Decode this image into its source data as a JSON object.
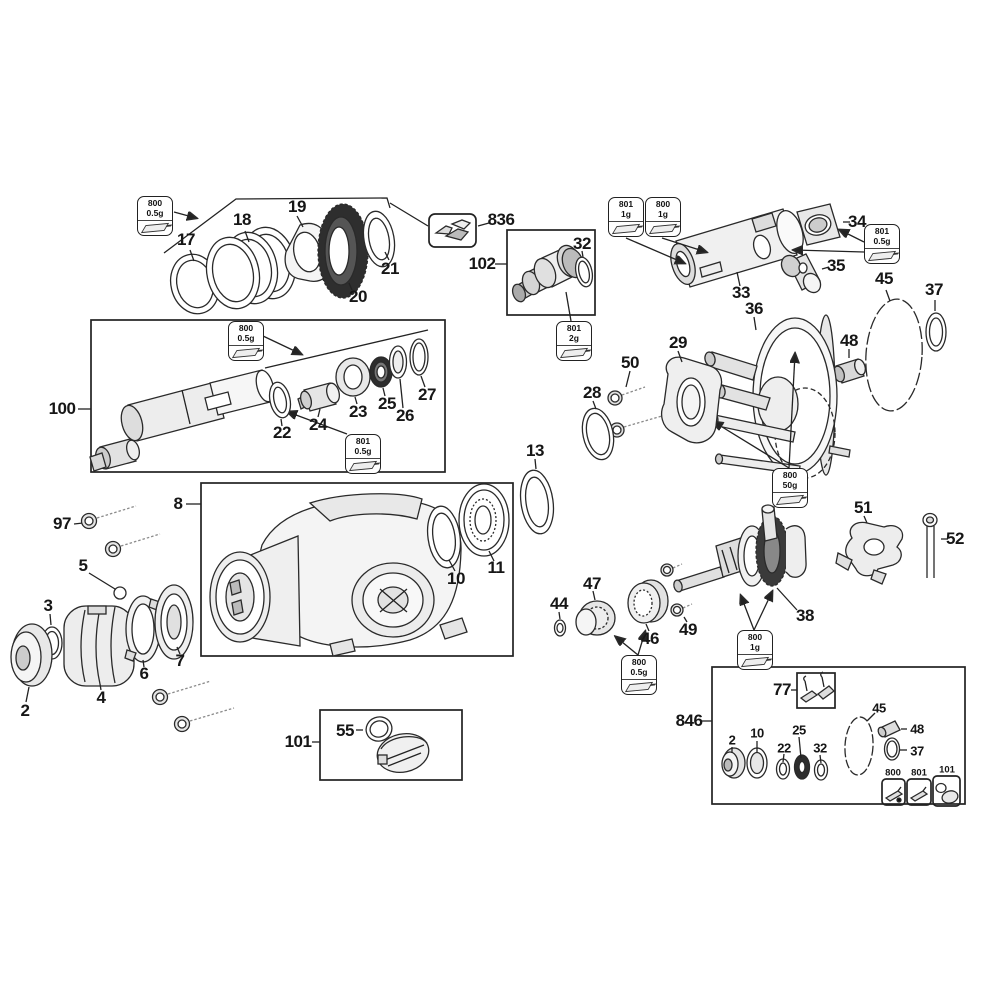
{
  "page": {
    "background": "#ffffff",
    "ink": "#1c1c1c"
  },
  "diagram": {
    "type": "exploded-parts-diagram",
    "subject": "rotary hammer power tool parts schematic"
  },
  "labels": {
    "p17": "17",
    "p18": "18",
    "p19": "19",
    "p20": "20",
    "p21": "21",
    "p836": "836",
    "p102": "102",
    "p32": "32",
    "p33": "33",
    "p34": "34",
    "p35": "35",
    "p36": "36",
    "p29": "29",
    "p50": "50",
    "p28": "28",
    "p48": "48",
    "p45": "45",
    "p37": "37",
    "p100": "100",
    "p22": "22",
    "p24": "24",
    "p23": "23",
    "p25": "25",
    "p26": "26",
    "p27": "27",
    "p13": "13",
    "p8": "8",
    "p10": "10",
    "p11": "11",
    "p97": "97",
    "p5": "5",
    "p3": "3",
    "p2": "2",
    "p4": "4",
    "p6": "6",
    "p7": "7",
    "p101": "101",
    "p55": "55",
    "p44": "44",
    "p47": "47",
    "p46": "46",
    "p49": "49",
    "p38": "38",
    "p51": "51",
    "p52": "52",
    "p846": "846",
    "p77": "77",
    "b2": "2",
    "b10": "10",
    "b22": "22",
    "b25": "25",
    "b32": "32",
    "b45": "45",
    "b48": "48",
    "b37": "37",
    "m800": "800",
    "m801": "801",
    "m101": "101"
  },
  "grease_labels": {
    "g1": {
      "code": "800",
      "amount": "0.5g"
    },
    "g2": {
      "code": "801",
      "amount": "2g"
    },
    "g3": {
      "code": "801",
      "amount": "1g"
    },
    "g4": {
      "code": "800",
      "amount": "1g"
    },
    "g5": {
      "code": "801",
      "amount": "0.5g"
    },
    "g6": {
      "code": "800",
      "amount": "0.5g"
    },
    "g7": {
      "code": "801",
      "amount": "0.5g"
    },
    "g8": {
      "code": "800",
      "amount": "50g"
    },
    "g9": {
      "code": "800",
      "amount": "0.5g"
    },
    "g10": {
      "code": "800",
      "amount": "1g"
    }
  }
}
